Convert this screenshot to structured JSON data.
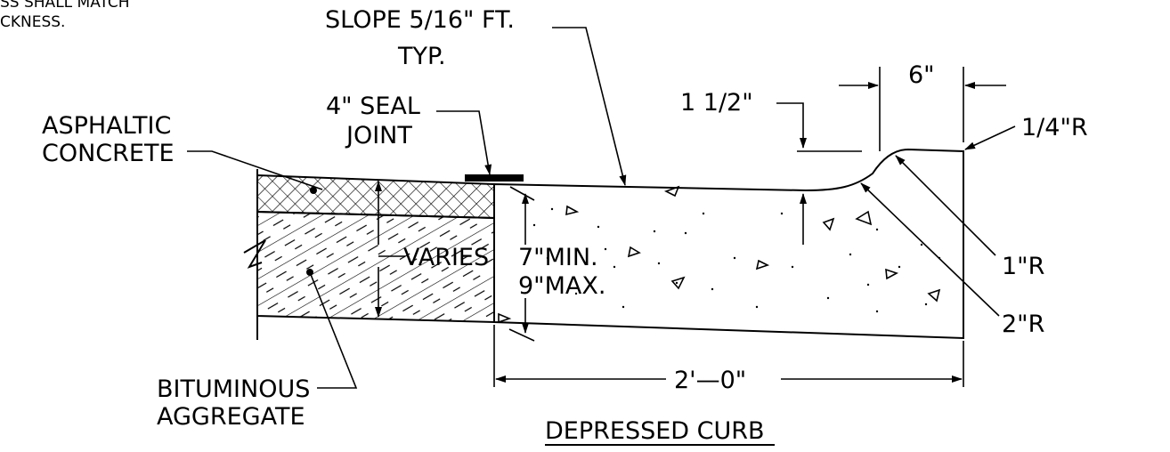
{
  "title": "DEPRESSED CURB",
  "top_note": [
    "SS SHALL MATCH",
    "CKNESS."
  ],
  "labels": {
    "slope": "SLOPE 5/16\" FT.",
    "slope_typ": "TYP.",
    "seal_joint_1": "4\" SEAL",
    "seal_joint_2": "JOINT",
    "asphaltic_1": "ASPHALTIC",
    "asphaltic_2": "CONCRETE",
    "bituminous_1": "BITUMINOUS",
    "bituminous_2": "AGGREGATE",
    "varies": "VARIES",
    "min_depth": "7\"MIN.",
    "max_depth": "9\"MAX.",
    "one_half": "1 1/2\"",
    "six_inch": "6\"",
    "quarter_r": "1/4\"R",
    "one_r": "1\"R",
    "two_r": "2\"R",
    "width": "2'—0\""
  },
  "colors": {
    "line": "#000000",
    "background": "#ffffff"
  }
}
